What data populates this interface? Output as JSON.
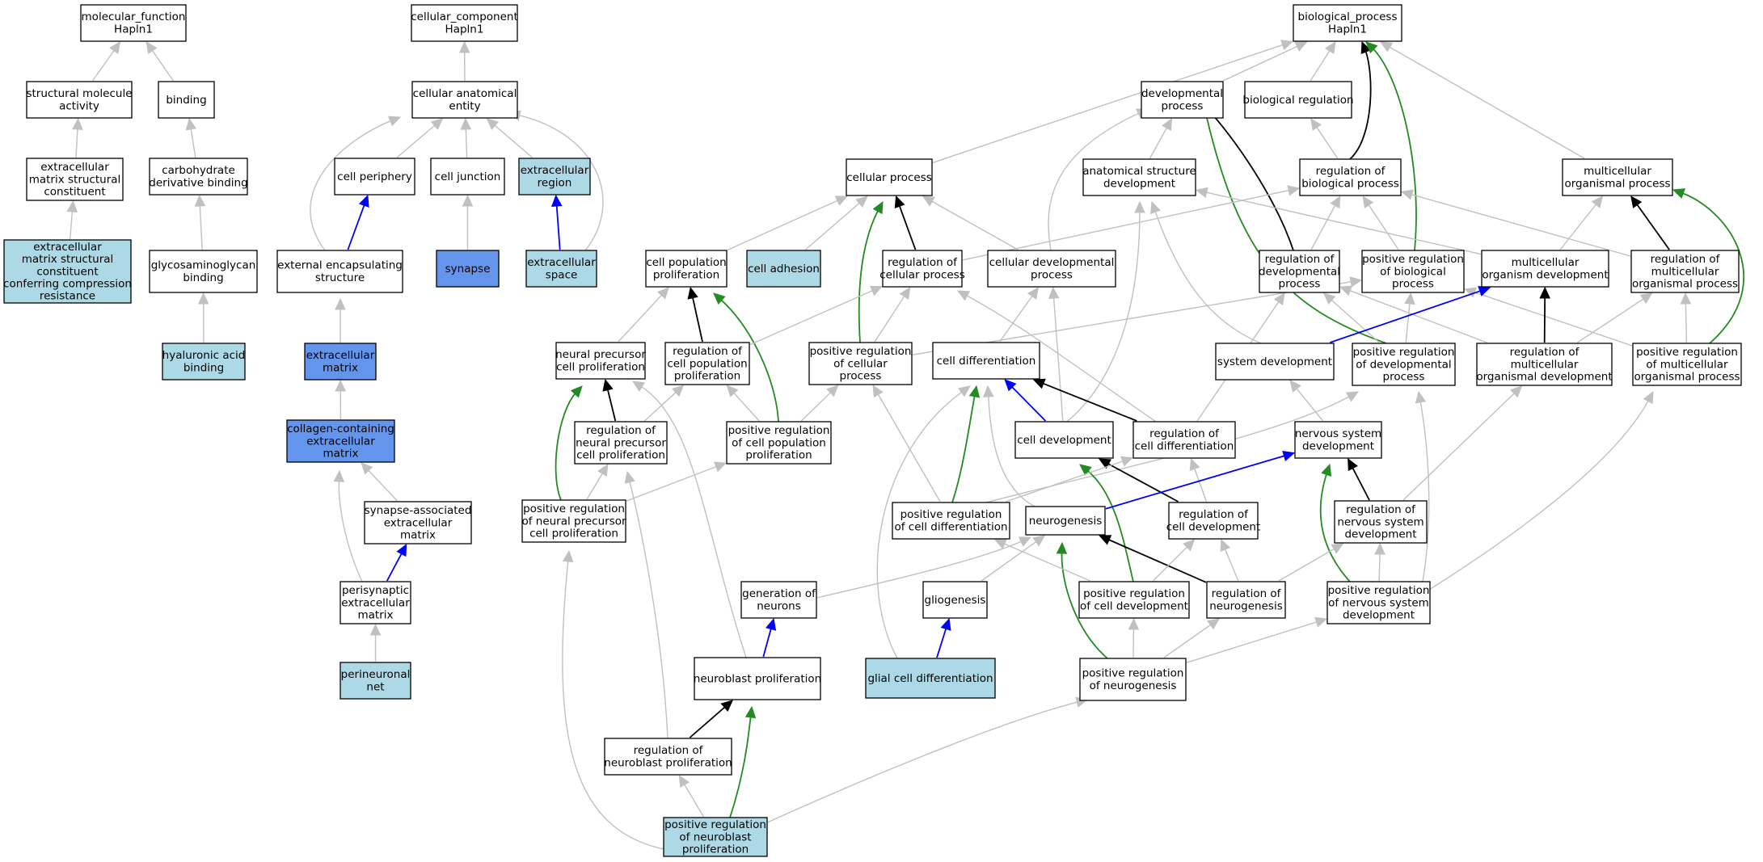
{
  "colors": {
    "default_fill": "#ffffff",
    "light_fill": "#add8e6",
    "dark_fill": "#6495ed",
    "grey_edge": "#c0c0c0",
    "black_edge": "#000000",
    "blue_edge": "#0000ff",
    "green_edge": "#228b22"
  },
  "nodes": [
    {
      "id": "mf",
      "lines": [
        "molecular_function",
        "Hapln1"
      ],
      "fill": "default"
    },
    {
      "id": "sma",
      "lines": [
        "structural molecule",
        "activity"
      ],
      "fill": "default"
    },
    {
      "id": "binding",
      "lines": [
        "binding"
      ],
      "fill": "default"
    },
    {
      "id": "emsc",
      "lines": [
        "extracellular",
        "matrix structural",
        "constituent"
      ],
      "fill": "default"
    },
    {
      "id": "cdb",
      "lines": [
        "carbohydrate",
        "derivative binding"
      ],
      "fill": "default"
    },
    {
      "id": "emsccr",
      "lines": [
        "extracellular",
        "matrix structural",
        "constituent",
        "conferring compression",
        "resistance"
      ],
      "fill": "light"
    },
    {
      "id": "gagb",
      "lines": [
        "glycosaminoglycan",
        "binding"
      ],
      "fill": "default"
    },
    {
      "id": "hab",
      "lines": [
        "hyaluronic acid",
        "binding"
      ],
      "fill": "light"
    },
    {
      "id": "cc",
      "lines": [
        "cellular_component",
        "Hapln1"
      ],
      "fill": "default"
    },
    {
      "id": "cae",
      "lines": [
        "cellular anatomical",
        "entity"
      ],
      "fill": "default"
    },
    {
      "id": "cperiph",
      "lines": [
        "cell periphery"
      ],
      "fill": "default"
    },
    {
      "id": "cjunc",
      "lines": [
        "cell junction"
      ],
      "fill": "default"
    },
    {
      "id": "ecreg",
      "lines": [
        "extracellular",
        "region"
      ],
      "fill": "light"
    },
    {
      "id": "ees",
      "lines": [
        "external encapsulating",
        "structure"
      ],
      "fill": "default"
    },
    {
      "id": "synapse",
      "lines": [
        "synapse"
      ],
      "fill": "dark"
    },
    {
      "id": "ecspace",
      "lines": [
        "extracellular",
        "space"
      ],
      "fill": "light"
    },
    {
      "id": "ecm",
      "lines": [
        "extracellular",
        "matrix"
      ],
      "fill": "dark"
    },
    {
      "id": "ccecm",
      "lines": [
        "collagen-containing",
        "extracellular",
        "matrix"
      ],
      "fill": "dark"
    },
    {
      "id": "saecm",
      "lines": [
        "synapse-associated",
        "extracellular",
        "matrix"
      ],
      "fill": "default"
    },
    {
      "id": "psecm",
      "lines": [
        "perisynaptic",
        "extracellular",
        "matrix"
      ],
      "fill": "default"
    },
    {
      "id": "pnn",
      "lines": [
        "perineuronal",
        "net"
      ],
      "fill": "light"
    },
    {
      "id": "bp",
      "lines": [
        "biological_process",
        "Hapln1"
      ],
      "fill": "default"
    },
    {
      "id": "devproc",
      "lines": [
        "developmental",
        "process"
      ],
      "fill": "default"
    },
    {
      "id": "bioreg",
      "lines": [
        "biological regulation"
      ],
      "fill": "default"
    },
    {
      "id": "cellproc",
      "lines": [
        "cellular process"
      ],
      "fill": "default"
    },
    {
      "id": "asd",
      "lines": [
        "anatomical structure",
        "development"
      ],
      "fill": "default"
    },
    {
      "id": "regbp",
      "lines": [
        "regulation of",
        "biological process"
      ],
      "fill": "default"
    },
    {
      "id": "mop",
      "lines": [
        "multicellular",
        "organismal process"
      ],
      "fill": "default"
    },
    {
      "id": "cpp",
      "lines": [
        "cell population",
        "proliferation"
      ],
      "fill": "default"
    },
    {
      "id": "cadh",
      "lines": [
        "cell adhesion"
      ],
      "fill": "light"
    },
    {
      "id": "regcp",
      "lines": [
        "regulation of",
        "cellular process"
      ],
      "fill": "default"
    },
    {
      "id": "cdp",
      "lines": [
        "cellular developmental",
        "process"
      ],
      "fill": "default"
    },
    {
      "id": "regdp",
      "lines": [
        "regulation of",
        "developmental",
        "process"
      ],
      "fill": "default"
    },
    {
      "id": "prbp",
      "lines": [
        "positive regulation",
        "of biological",
        "process"
      ],
      "fill": "default"
    },
    {
      "id": "mod",
      "lines": [
        "multicellular",
        "organism development"
      ],
      "fill": "default"
    },
    {
      "id": "regmop",
      "lines": [
        "regulation of",
        "multicellular",
        "organismal process"
      ],
      "fill": "default"
    },
    {
      "id": "npcp",
      "lines": [
        "neural precursor",
        "cell proliferation"
      ],
      "fill": "default"
    },
    {
      "id": "regcpp",
      "lines": [
        "regulation of",
        "cell population",
        "proliferation"
      ],
      "fill": "default"
    },
    {
      "id": "prcp",
      "lines": [
        "positive regulation",
        "of cellular",
        "process"
      ],
      "fill": "default"
    },
    {
      "id": "celldiff",
      "lines": [
        "cell differentiation"
      ],
      "fill": "default"
    },
    {
      "id": "sysdev",
      "lines": [
        "system development"
      ],
      "fill": "default"
    },
    {
      "id": "prdp",
      "lines": [
        "positive regulation",
        "of developmental",
        "process"
      ],
      "fill": "default"
    },
    {
      "id": "regmod",
      "lines": [
        "regulation of",
        "multicellular",
        "organismal development"
      ],
      "fill": "default"
    },
    {
      "id": "prmop",
      "lines": [
        "positive regulation",
        "of multicellular",
        "organismal process"
      ],
      "fill": "default"
    },
    {
      "id": "regnpcp",
      "lines": [
        "regulation of",
        "neural precursor",
        "cell proliferation"
      ],
      "fill": "default"
    },
    {
      "id": "prcpp",
      "lines": [
        "positive regulation",
        "of cell population",
        "proliferation"
      ],
      "fill": "default"
    },
    {
      "id": "celldev",
      "lines": [
        "cell development"
      ],
      "fill": "default"
    },
    {
      "id": "regcdiff",
      "lines": [
        "regulation of",
        "cell differentiation"
      ],
      "fill": "default"
    },
    {
      "id": "nsd",
      "lines": [
        "nervous system",
        "development"
      ],
      "fill": "default"
    },
    {
      "id": "prnpcp",
      "lines": [
        "positive regulation",
        "of neural precursor",
        "cell proliferation"
      ],
      "fill": "default"
    },
    {
      "id": "prcdiff",
      "lines": [
        "positive regulation",
        "of cell differentiation"
      ],
      "fill": "default"
    },
    {
      "id": "neurogen",
      "lines": [
        "neurogenesis"
      ],
      "fill": "default"
    },
    {
      "id": "regcdev",
      "lines": [
        "regulation of",
        "cell development"
      ],
      "fill": "default"
    },
    {
      "id": "regnsd",
      "lines": [
        "regulation of",
        "nervous system",
        "development"
      ],
      "fill": "default"
    },
    {
      "id": "genneur",
      "lines": [
        "generation of",
        "neurons"
      ],
      "fill": "default"
    },
    {
      "id": "glio",
      "lines": [
        "gliogenesis"
      ],
      "fill": "default"
    },
    {
      "id": "prcdev",
      "lines": [
        "positive regulation",
        "of cell development"
      ],
      "fill": "default"
    },
    {
      "id": "regneurog",
      "lines": [
        "regulation of",
        "neurogenesis"
      ],
      "fill": "default"
    },
    {
      "id": "prnsd",
      "lines": [
        "positive regulation",
        "of nervous system",
        "development"
      ],
      "fill": "default"
    },
    {
      "id": "nbp",
      "lines": [
        "neuroblast proliferation"
      ],
      "fill": "default"
    },
    {
      "id": "gcd",
      "lines": [
        "glial cell differentiation"
      ],
      "fill": "light"
    },
    {
      "id": "prneurog",
      "lines": [
        "positive regulation",
        "of neurogenesis"
      ],
      "fill": "default"
    },
    {
      "id": "regnbp",
      "lines": [
        "regulation of",
        "neuroblast proliferation"
      ],
      "fill": "default"
    },
    {
      "id": "prnbp",
      "lines": [
        "positive regulation",
        "of neuroblast",
        "proliferation"
      ],
      "fill": "light"
    }
  ],
  "edges": [
    {
      "from": "sma",
      "to": "mf",
      "color": "grey"
    },
    {
      "from": "binding",
      "to": "mf",
      "color": "grey"
    },
    {
      "from": "emsc",
      "to": "sma",
      "color": "grey"
    },
    {
      "from": "cdb",
      "to": "binding",
      "color": "grey"
    },
    {
      "from": "emsccr",
      "to": "emsc",
      "color": "grey"
    },
    {
      "from": "gagb",
      "to": "cdb",
      "color": "grey"
    },
    {
      "from": "hab",
      "to": "gagb",
      "color": "grey"
    },
    {
      "from": "cae",
      "to": "cc",
      "color": "grey"
    },
    {
      "from": "cperiph",
      "to": "cae",
      "color": "grey"
    },
    {
      "from": "cjunc",
      "to": "cae",
      "color": "grey"
    },
    {
      "from": "ecreg",
      "to": "cae",
      "color": "grey"
    },
    {
      "from": "ees",
      "to": "cae",
      "color": "grey"
    },
    {
      "from": "ecspace",
      "to": "cae",
      "color": "grey"
    },
    {
      "from": "ees",
      "to": "cperiph",
      "color": "blue"
    },
    {
      "from": "synapse",
      "to": "cjunc",
      "color": "grey"
    },
    {
      "from": "ecspace",
      "to": "ecreg",
      "color": "blue"
    },
    {
      "from": "ecm",
      "to": "ees",
      "color": "grey"
    },
    {
      "from": "ccecm",
      "to": "ecm",
      "color": "grey"
    },
    {
      "from": "saecm",
      "to": "ccecm",
      "color": "grey"
    },
    {
      "from": "psecm",
      "to": "ccecm",
      "color": "grey"
    },
    {
      "from": "psecm",
      "to": "saecm",
      "color": "blue"
    },
    {
      "from": "pnn",
      "to": "psecm",
      "color": "grey"
    },
    {
      "from": "devproc",
      "to": "bp",
      "color": "grey"
    },
    {
      "from": "bioreg",
      "to": "bp",
      "color": "grey"
    },
    {
      "from": "cellproc",
      "to": "bp",
      "color": "grey"
    },
    {
      "from": "regbp",
      "to": "bp",
      "color": "black"
    },
    {
      "from": "prbp",
      "to": "bp",
      "color": "green"
    },
    {
      "from": "mop",
      "to": "bp",
      "color": "grey"
    },
    {
      "from": "asd",
      "to": "devproc",
      "color": "grey"
    },
    {
      "from": "cdp",
      "to": "devproc",
      "color": "grey"
    },
    {
      "from": "regdp",
      "to": "devproc",
      "color": "black"
    },
    {
      "from": "prdp",
      "to": "devproc",
      "color": "green"
    },
    {
      "from": "regbp",
      "to": "bioreg",
      "color": "grey"
    },
    {
      "from": "cpp",
      "to": "cellproc",
      "color": "grey"
    },
    {
      "from": "cadh",
      "to": "cellproc",
      "color": "grey"
    },
    {
      "from": "regcp",
      "to": "cellproc",
      "color": "black"
    },
    {
      "from": "prcp",
      "to": "cellproc",
      "color": "green"
    },
    {
      "from": "cdp",
      "to": "cellproc",
      "color": "grey"
    },
    {
      "from": "sysdev",
      "to": "asd",
      "color": "grey"
    },
    {
      "from": "celldev",
      "to": "asd",
      "color": "grey"
    },
    {
      "from": "mod",
      "to": "asd",
      "color": "grey"
    },
    {
      "from": "regcp",
      "to": "regbp",
      "color": "grey"
    },
    {
      "from": "regdp",
      "to": "regbp",
      "color": "grey"
    },
    {
      "from": "prbp",
      "to": "regbp",
      "color": "grey"
    },
    {
      "from": "regmop",
      "to": "regbp",
      "color": "grey"
    },
    {
      "from": "mod",
      "to": "mop",
      "color": "grey"
    },
    {
      "from": "regmop",
      "to": "mop",
      "color": "black"
    },
    {
      "from": "prmop",
      "to": "mop",
      "color": "green"
    },
    {
      "from": "npcp",
      "to": "cpp",
      "color": "grey"
    },
    {
      "from": "regcpp",
      "to": "cpp",
      "color": "black"
    },
    {
      "from": "prcpp",
      "to": "cpp",
      "color": "green"
    },
    {
      "from": "regcpp",
      "to": "regcp",
      "color": "grey"
    },
    {
      "from": "prcp",
      "to": "regcp",
      "color": "grey"
    },
    {
      "from": "regcdiff",
      "to": "regcp",
      "color": "grey"
    },
    {
      "from": "celldiff",
      "to": "cdp",
      "color": "grey"
    },
    {
      "from": "celldev",
      "to": "cdp",
      "color": "grey"
    },
    {
      "from": "regcdiff",
      "to": "regdp",
      "color": "grey"
    },
    {
      "from": "regmod",
      "to": "regdp",
      "color": "grey"
    },
    {
      "from": "prdp",
      "to": "regdp",
      "color": "grey"
    },
    {
      "from": "prcp",
      "to": "prbp",
      "color": "grey"
    },
    {
      "from": "prdp",
      "to": "prbp",
      "color": "grey"
    },
    {
      "from": "prmop",
      "to": "prbp",
      "color": "grey"
    },
    {
      "from": "sysdev",
      "to": "mod",
      "color": "blue"
    },
    {
      "from": "regmod",
      "to": "mod",
      "color": "black"
    },
    {
      "from": "regmod",
      "to": "regmop",
      "color": "grey"
    },
    {
      "from": "prmop",
      "to": "regmop",
      "color": "grey"
    },
    {
      "from": "regnpcp",
      "to": "npcp",
      "color": "black"
    },
    {
      "from": "prnpcp",
      "to": "npcp",
      "color": "green"
    },
    {
      "from": "nbp",
      "to": "npcp",
      "color": "grey"
    },
    {
      "from": "regnpcp",
      "to": "regcpp",
      "color": "grey"
    },
    {
      "from": "prcpp",
      "to": "regcpp",
      "color": "grey"
    },
    {
      "from": "prcpp",
      "to": "prcp",
      "color": "grey"
    },
    {
      "from": "prcdiff",
      "to": "prcp",
      "color": "grey"
    },
    {
      "from": "celldev",
      "to": "celldiff",
      "color": "blue"
    },
    {
      "from": "regcdiff",
      "to": "celldiff",
      "color": "black"
    },
    {
      "from": "prcdiff",
      "to": "celldiff",
      "color": "green"
    },
    {
      "from": "neurogen",
      "to": "celldiff",
      "color": "grey"
    },
    {
      "from": "gcd",
      "to": "celldiff",
      "color": "grey"
    },
    {
      "from": "nsd",
      "to": "sysdev",
      "color": "grey"
    },
    {
      "from": "prcdiff",
      "to": "prdp",
      "color": "grey"
    },
    {
      "from": "prnsd",
      "to": "prdp",
      "color": "grey"
    },
    {
      "from": "regnsd",
      "to": "regmod",
      "color": "grey"
    },
    {
      "from": "prnsd",
      "to": "prmop",
      "color": "grey"
    },
    {
      "from": "prnpcp",
      "to": "regnpcp",
      "color": "grey"
    },
    {
      "from": "regnbp",
      "to": "regnpcp",
      "color": "grey"
    },
    {
      "from": "prnpcp",
      "to": "prcpp",
      "color": "grey"
    },
    {
      "from": "regcdev",
      "to": "celldev",
      "color": "black"
    },
    {
      "from": "prcdev",
      "to": "celldev",
      "color": "green"
    },
    {
      "from": "prcdiff",
      "to": "regcdiff",
      "color": "grey"
    },
    {
      "from": "regcdev",
      "to": "regcdiff",
      "color": "grey"
    },
    {
      "from": "neurogen",
      "to": "nsd",
      "color": "blue"
    },
    {
      "from": "regnsd",
      "to": "nsd",
      "color": "black"
    },
    {
      "from": "prnsd",
      "to": "nsd",
      "color": "green"
    },
    {
      "from": "prnbp",
      "to": "prnpcp",
      "color": "grey"
    },
    {
      "from": "genneur",
      "to": "neurogen",
      "color": "grey"
    },
    {
      "from": "glio",
      "to": "neurogen",
      "color": "grey"
    },
    {
      "from": "regneurog",
      "to": "neurogen",
      "color": "black"
    },
    {
      "from": "prneurog",
      "to": "neurogen",
      "color": "green"
    },
    {
      "from": "prcdev",
      "to": "regcdev",
      "color": "grey"
    },
    {
      "from": "regneurog",
      "to": "regcdev",
      "color": "grey"
    },
    {
      "from": "regneurog",
      "to": "regnsd",
      "color": "grey"
    },
    {
      "from": "prnsd",
      "to": "regnsd",
      "color": "grey"
    },
    {
      "from": "prcdev",
      "to": "prcdiff",
      "color": "grey"
    },
    {
      "from": "nbp",
      "to": "genneur",
      "color": "blue"
    },
    {
      "from": "gcd",
      "to": "glio",
      "color": "blue"
    },
    {
      "from": "prneurog",
      "to": "prcdev",
      "color": "grey"
    },
    {
      "from": "prneurog",
      "to": "regneurog",
      "color": "grey"
    },
    {
      "from": "prneurog",
      "to": "prnsd",
      "color": "grey"
    },
    {
      "from": "regnbp",
      "to": "nbp",
      "color": "black"
    },
    {
      "from": "prnbp",
      "to": "nbp",
      "color": "green"
    },
    {
      "from": "prnbp",
      "to": "prneurog",
      "color": "grey"
    },
    {
      "from": "prnbp",
      "to": "regnbp",
      "color": "grey"
    }
  ]
}
